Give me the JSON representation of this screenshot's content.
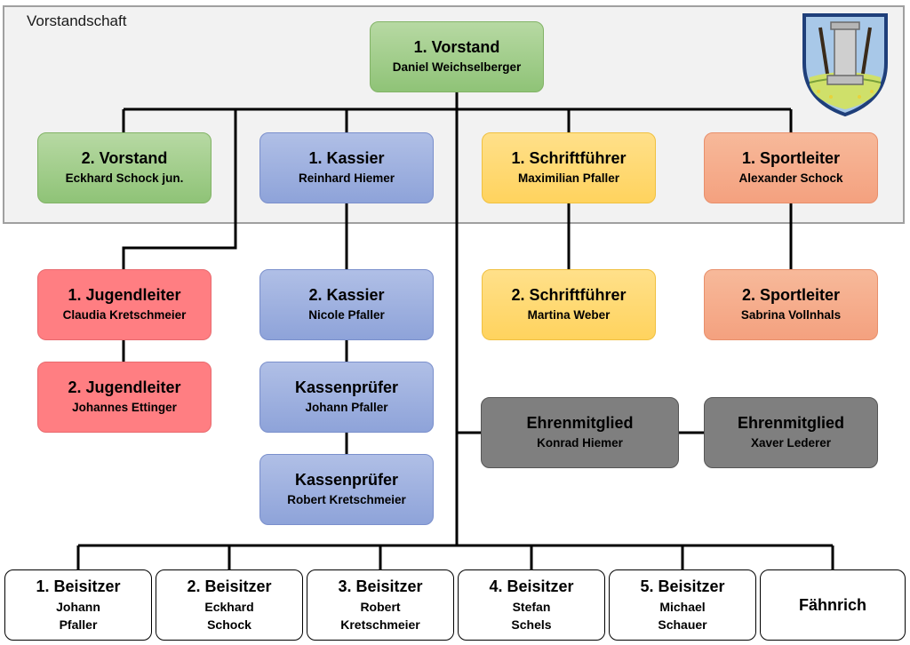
{
  "frame": {
    "title": "Vorstandschaft"
  },
  "boxes": {
    "vorstand1": {
      "title": "1. Vorstand",
      "name": "Daniel Weichselberger"
    },
    "vorstand2": {
      "title": "2. Vorstand",
      "name": "Eckhard Schock jun."
    },
    "kassier1": {
      "title": "1. Kassier",
      "name": "Reinhard Hiemer"
    },
    "schrift1": {
      "title": "1. Schriftführer",
      "name": "Maximilian Pfaller"
    },
    "sport1": {
      "title": "1. Sportleiter",
      "name": "Alexander Schock"
    },
    "jugend1": {
      "title": "1. Jugendleiter",
      "name": "Claudia Kretschmeier"
    },
    "jugend2": {
      "title": "2. Jugendleiter",
      "name": "Johannes Ettinger"
    },
    "kassier2": {
      "title": "2. Kassier",
      "name": "Nicole Pfaller"
    },
    "pruefer1": {
      "title": "Kassenprüfer",
      "name": "Johann Pfaller"
    },
    "pruefer2": {
      "title": "Kassenprüfer",
      "name": "Robert Kretschmeier"
    },
    "schrift2": {
      "title": "2. Schriftführer",
      "name": "Martina Weber"
    },
    "sport2": {
      "title": "2. Sportleiter",
      "name": "Sabrina Vollnhals"
    },
    "ehren1": {
      "title": "Ehrenmitglied",
      "name": "Konrad Hiemer"
    },
    "ehren2": {
      "title": "Ehrenmitglied",
      "name": "Xaver Lederer"
    },
    "beisitzer1": {
      "title": "1. Beisitzer",
      "name": "Johann\nPfaller"
    },
    "beisitzer2": {
      "title": "2. Beisitzer",
      "name": "Eckhard\nSchock"
    },
    "beisitzer3": {
      "title": "3. Beisitzer",
      "name": "Robert\nKretschmeier"
    },
    "beisitzer4": {
      "title": "4. Beisitzer",
      "name": "Stefan\nSchels"
    },
    "beisitzer5": {
      "title": "5. Beisitzer",
      "name": "Michael\nSchauer"
    },
    "faehnrich": {
      "title": "Fähnrich"
    }
  },
  "colors": {
    "green": "#9ccc86",
    "blue": "#97aadd",
    "yellow": "#ffd966",
    "orange": "#f4b183",
    "red": "#ff7c80",
    "gray": "#7f7f7f",
    "frame_bg": "#f2f2f2"
  },
  "icons": {
    "logo": "club-crest-icon"
  }
}
